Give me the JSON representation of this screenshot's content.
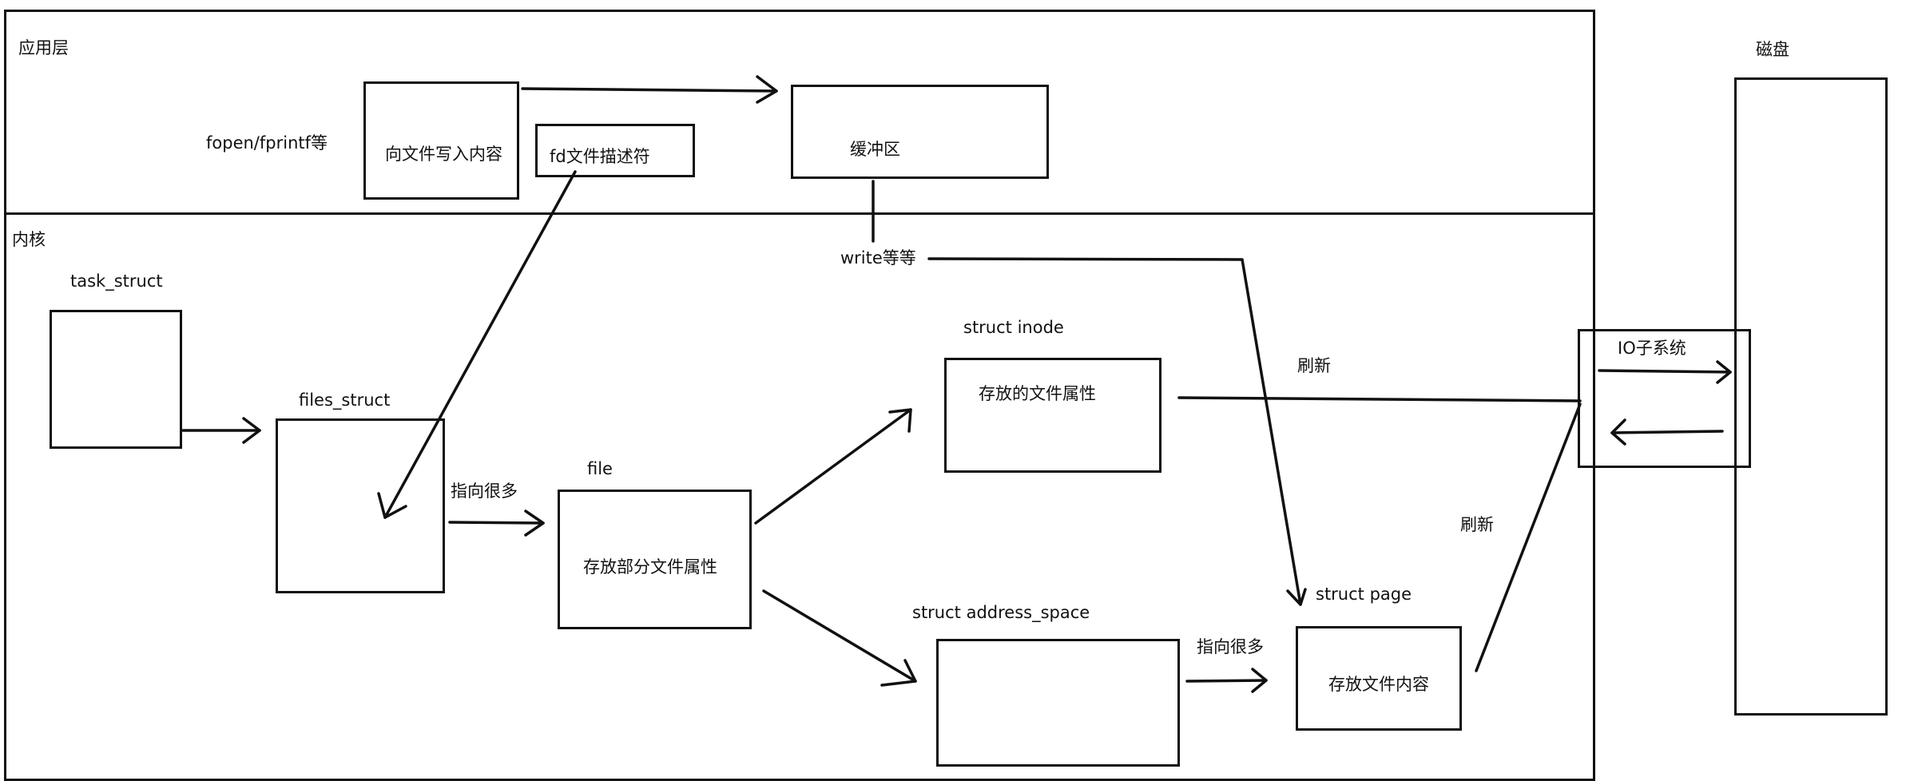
{
  "layers": {
    "app_layer": "应用层",
    "kernel": "内核",
    "disk": "磁盘"
  },
  "app": {
    "fopen_label": "fopen/fprintf等",
    "write_box": "向文件写入内容",
    "fd_box": "fd文件描述符",
    "buffer_box": "缓冲区"
  },
  "kernel": {
    "write_label": "write等等",
    "task_struct": "task_struct",
    "files_struct": "files_struct",
    "points_many_1": "指向很多",
    "file": "file",
    "file_box": "存放部分文件属性",
    "inode": "struct inode",
    "inode_box": "存放的文件属性",
    "address_space": "struct   address_space",
    "points_many_2": "指向很多",
    "page": "struct page",
    "page_box": "存放文件内容",
    "refresh_1": "刷新",
    "refresh_2": "刷新",
    "io_subsystem": "IO子系统"
  }
}
